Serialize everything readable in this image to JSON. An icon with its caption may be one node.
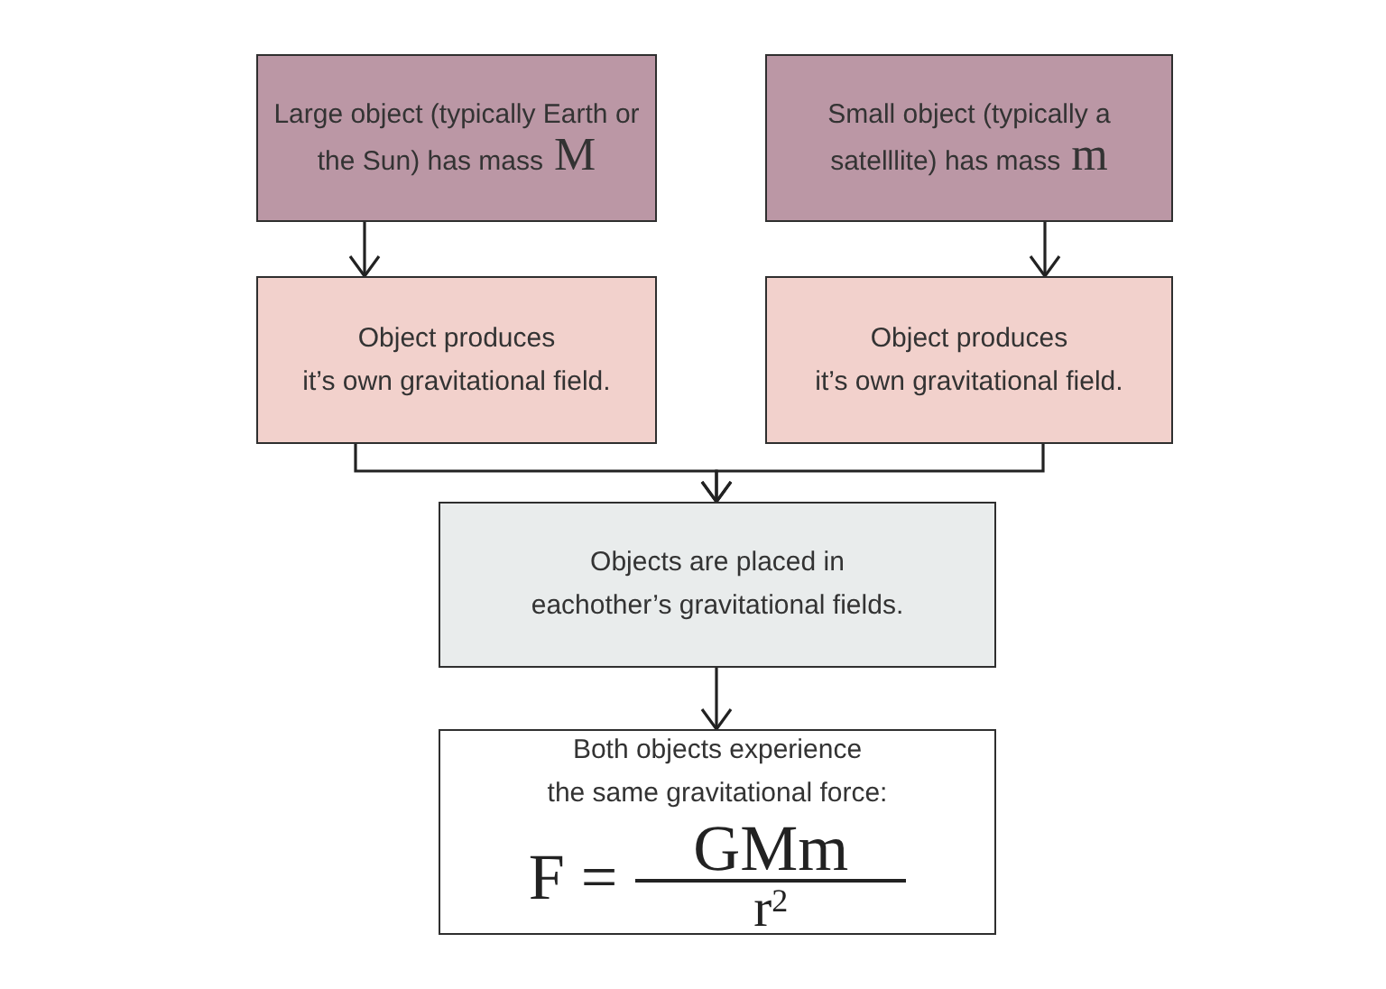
{
  "diagram": {
    "nodes": [
      {
        "text": [
          "Large object (typically Earth or the Sun) has mass M"
        ]
      },
      {
        "text": [
          "Small object (typically a satelllite) has mass m"
        ]
      },
      {
        "text": [
          "Object produces it’s own gravitational field."
        ]
      },
      {
        "text": [
          "Object produces it’s own gravitational field."
        ]
      },
      {
        "text": [
          "Objects are placed in eachother’s gravitational fields."
        ]
      },
      {
        "text": [
          "Both objects experience the same gravitational force:",
          "F =",
          "GMm",
          "r$^{2}$"
        ]
      }
    ],
    "edges": [
      {
        "from": 0,
        "to": 2,
        "arrow": "to"
      },
      {
        "from": 1,
        "to": 3,
        "arrow": "to"
      },
      {
        "from": 2,
        "to": 4,
        "arrow": "to"
      },
      {
        "from": 3,
        "to": 4,
        "arrow": "to"
      },
      {
        "from": 4,
        "to": 5,
        "arrow": "to"
      }
    ]
  }
}
